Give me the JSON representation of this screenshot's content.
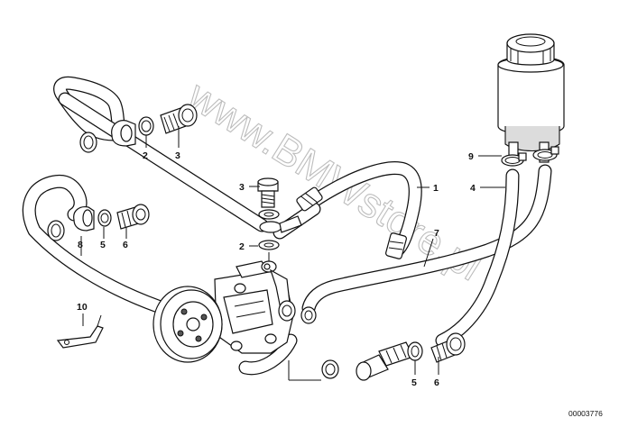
{
  "watermark": "www.BMWstore.pl",
  "reference_number": "00003776",
  "callouts": {
    "c1": "1",
    "c2_top": "2",
    "c3_top": "3",
    "c3_mid": "3",
    "c2_mid": "2",
    "c4": "4",
    "c5_left": "5",
    "c6_left": "6",
    "c7": "7",
    "c8": "8",
    "c9": "9",
    "c10": "10",
    "c5_bottom": "5",
    "c6_bottom": "6"
  }
}
